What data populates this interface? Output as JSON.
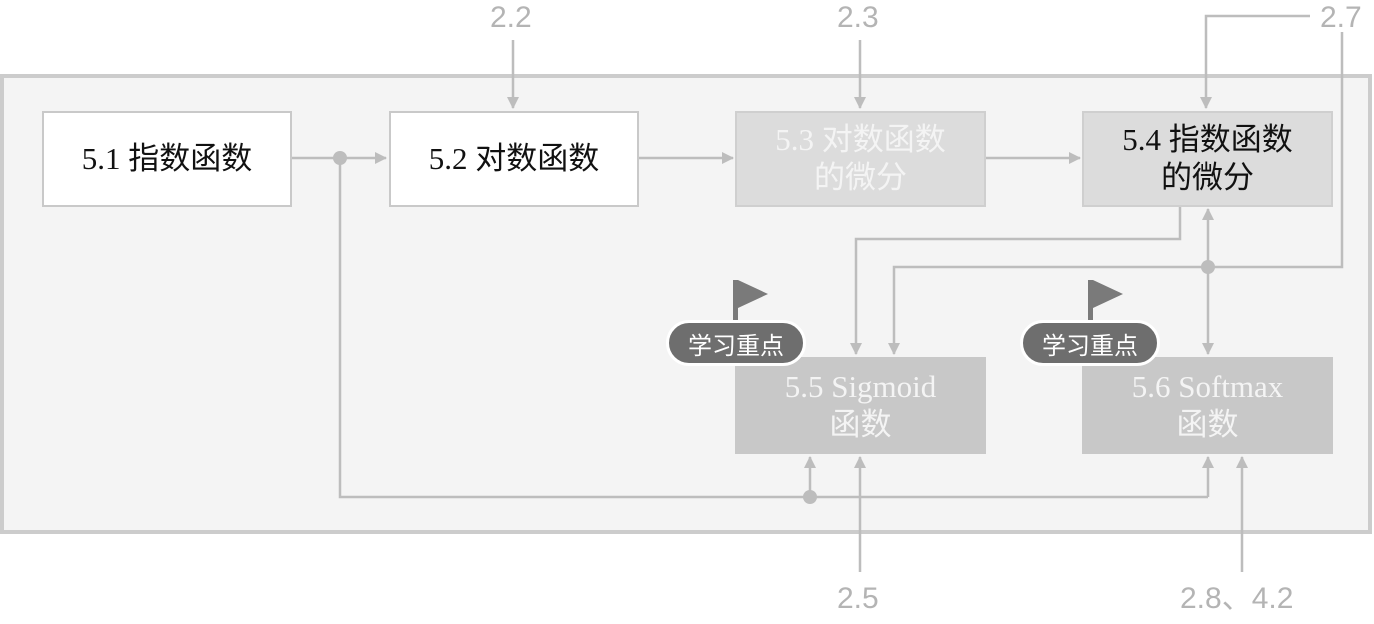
{
  "nodes": {
    "n51": {
      "line1": "5.1 指数函数",
      "line2": ""
    },
    "n52": {
      "line1": "5.2 对数函数",
      "line2": ""
    },
    "n53": {
      "line1": "5.3 对数函数",
      "line2": "的微分"
    },
    "n54": {
      "line1": "5.4 指数函数",
      "line2": "的微分"
    },
    "n55": {
      "line1": "5.5 Sigmoid",
      "line2": "函数"
    },
    "n56": {
      "line1": "5.6 Softmax",
      "line2": "函数"
    }
  },
  "references": {
    "ref_2_2": "2.2",
    "ref_2_3": "2.3",
    "ref_2_7": "2.7",
    "ref_2_5": "2.5",
    "ref_2_8_4_2": "2.8、4.2"
  },
  "badges": {
    "n55": "学习重点",
    "n56": "学习重点"
  },
  "colors": {
    "panel_background": "#f4f4f4",
    "panel_border": "#cccccc",
    "connector": "#bdbdbd",
    "badge_fill": "#6e6e6e",
    "flag": "#7a7a7a",
    "reference_text": "#b4b4b4"
  }
}
